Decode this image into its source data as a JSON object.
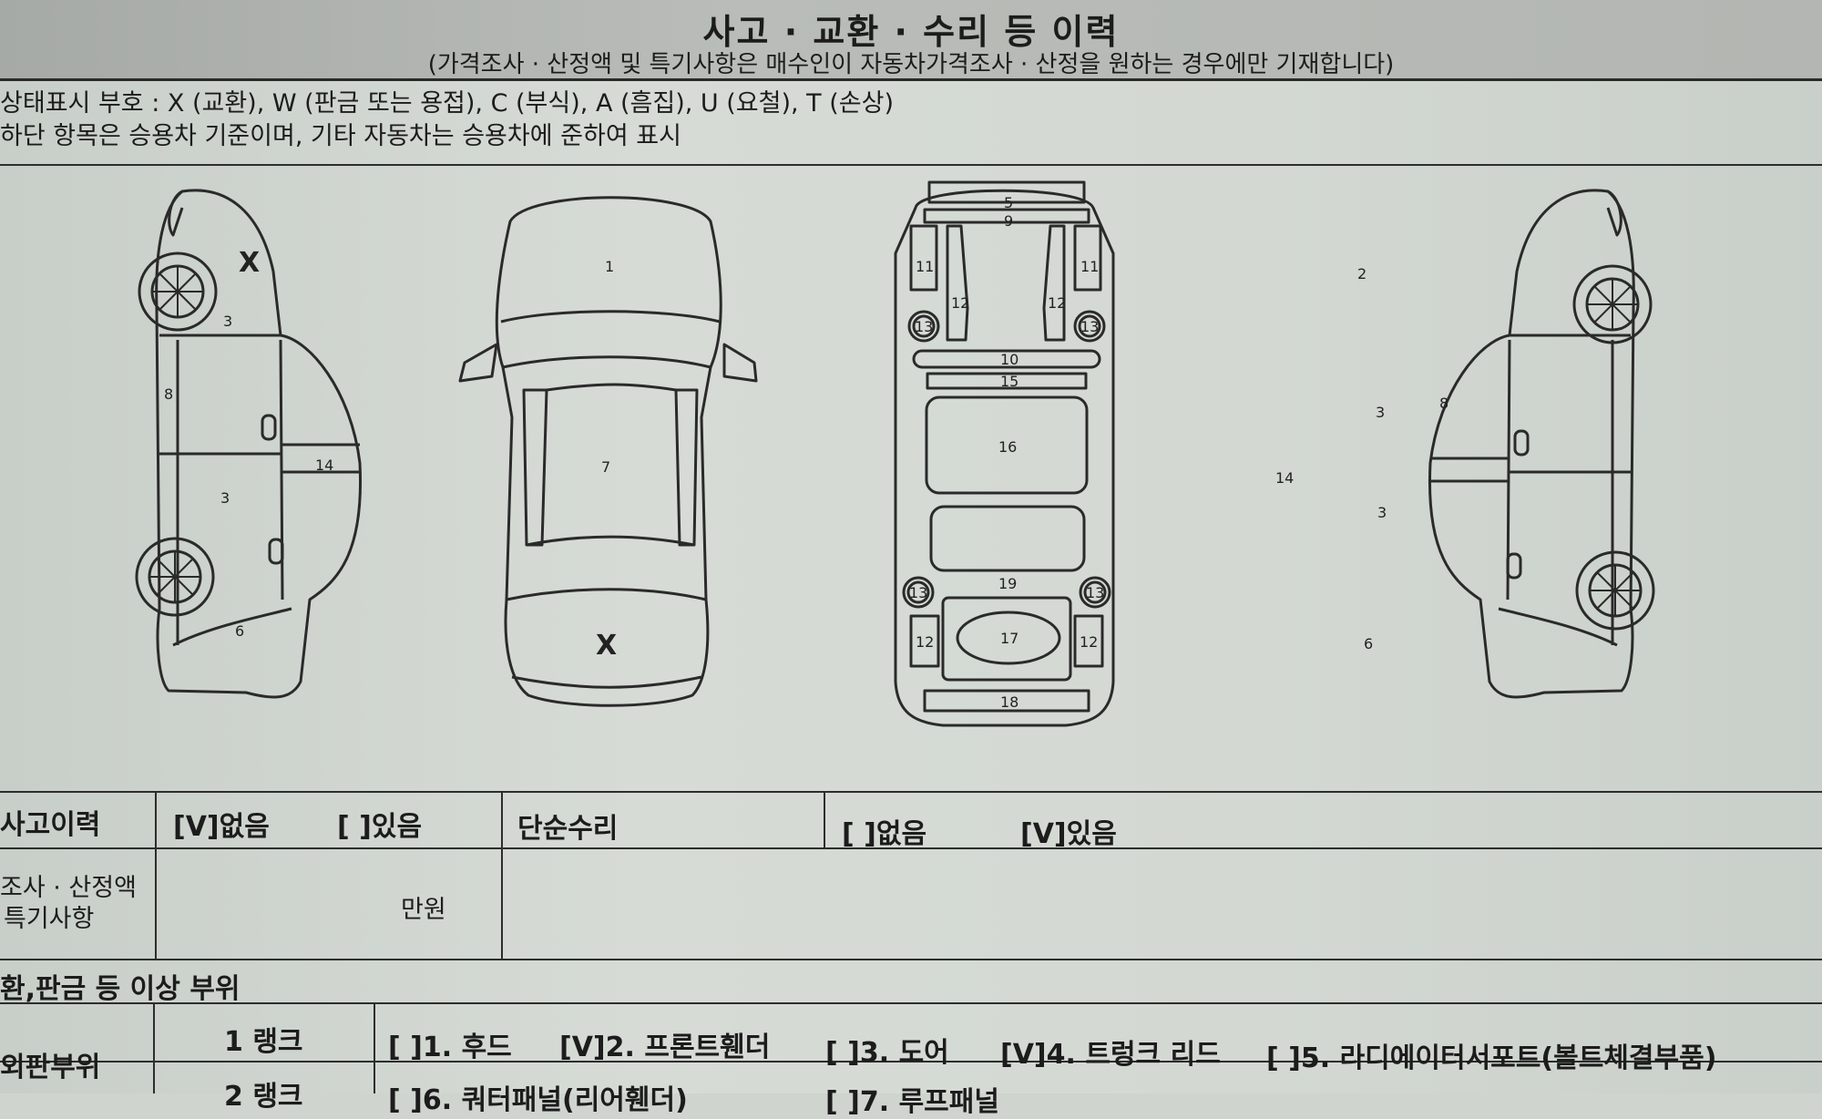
{
  "header": {
    "title": "사고 · 교환 · 수리 등 이력",
    "subtitle": "(가격조사 · 산정액 및 특기사항은 매수인이 자동차가격조사 · 산정을 원하는 경우에만 기재합니다)"
  },
  "legend": {
    "line1": "상태표시 부호 : X (교환), W (판금 또는 용접), C (부식), A (흠집), U (요철), T (손상)",
    "line2": "하단 항목은 승용차 기준이며, 기타 자동차는 승용차에 준하여 표시"
  },
  "diagram": {
    "marks": [
      "X",
      "X"
    ],
    "left_side_labels": [
      "3",
      "3",
      "14",
      "8",
      "6"
    ],
    "top_view_labels": [
      "1",
      "7"
    ],
    "underbody_labels": [
      "5",
      "9",
      "11",
      "11",
      "12",
      "12",
      "13",
      "13",
      "10",
      "15",
      "16",
      "19",
      "13",
      "13",
      "12",
      "17",
      "12",
      "18"
    ],
    "right_side_labels": [
      "2",
      "3",
      "3",
      "14",
      "8",
      "6"
    ]
  },
  "table": {
    "row1": {
      "label": "사고이력",
      "opt_none": "[V]없음",
      "opt_yes": "[ ]있음",
      "label2": "단순수리",
      "opt2_none": "[ ]없음",
      "opt2_yes": "[V]있음"
    },
    "row2": {
      "label_line1": "조사 · 산정액",
      "label_line2": "특기사항",
      "unit": "만원"
    },
    "section_title": "환,판금 등 이상 부위",
    "row3": {
      "label": "외판부위",
      "rank1": "1 랭크",
      "items": [
        "[ ]1. 후드",
        "[V]2. 프론트휀더",
        "[ ]3. 도어",
        "[V]4. 트렁크 리드",
        "[ ]5. 라디에이터서포트(볼트체결부품)"
      ],
      "rank2": "2 랭크",
      "items2": [
        "[ ]6. 쿼터패널(리어휀더)",
        "[ ]7. 루프패널"
      ]
    }
  }
}
